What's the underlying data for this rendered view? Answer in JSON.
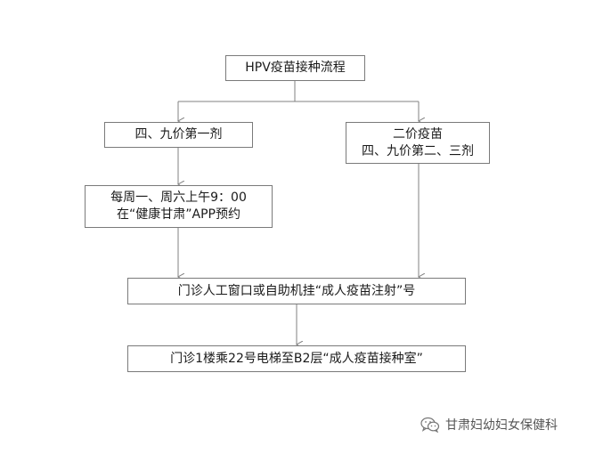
{
  "flowchart": {
    "title": "HPV疫苗接种流程",
    "dose1": "四、九价第一剂",
    "dose23": {
      "line1": "二价疫苗",
      "line2": "四、九价第二、三剂"
    },
    "booking": {
      "line1": "每周一、周六上午9：00",
      "line2": "在“健康甘肃”APP预约"
    },
    "register": "门诊人工窗口或自助机挂“成人疫苗注射”号",
    "room": "门诊1楼乘22号电梯至B2层“成人疫苗接种室”"
  },
  "watermark": {
    "text": "甘肃妇幼妇女保健科",
    "icon": "wechat-icon"
  },
  "colors": {
    "border": "#7a7a7a",
    "connector": "#808080",
    "text": "#1a1a1a",
    "watermark": "#555555"
  }
}
